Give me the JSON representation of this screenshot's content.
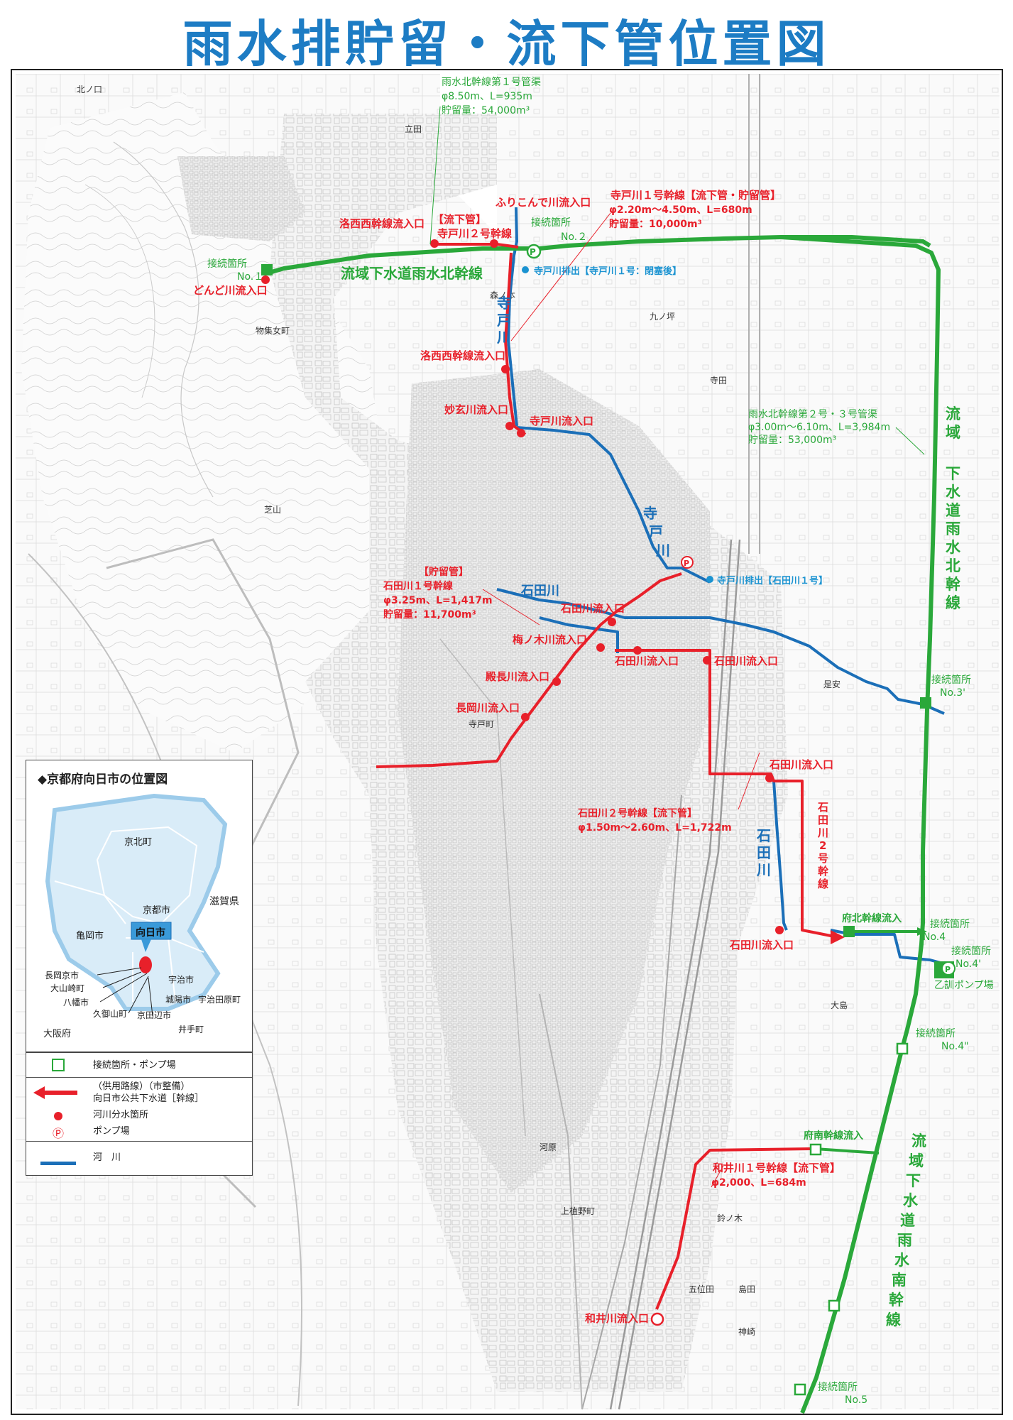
{
  "title": "雨水排貯留・流下管位置図",
  "colors": {
    "green": "#2aa83a",
    "red": "#e8202a",
    "river": "#1b6fb8",
    "cyan": "#1b93d1",
    "title": "#1d7cc4"
  },
  "labels": {
    "ukyo_n1_line1": "雨水北幹線第１号管渠",
    "ukyo_n1_line2": "φ8.50m、L=935m",
    "ukyo_n1_line3": "貯留量：54,000m³",
    "furikonde": "ふりこんで川流入口",
    "terado1_line1": "寺戸川１号幹線【流下管・貯留管】",
    "terado1_line2": "φ2.20m～4.50m、L=680m",
    "terado1_line3": "貯留量：10,000m³",
    "rakusai_nishi": "洛西西幹線流入口",
    "terado2_line1": "【流下管】",
    "terado2_line2": "寺戸川２号幹線",
    "conn2_line1": "接続箇所",
    "conn2_line2": "No.２",
    "conn1_line1": "接続箇所",
    "conn1_line2": "No.１",
    "dondo": "どんど川流入口",
    "ryuiki_north": "流域下水道雨水北幹線",
    "terado_outlet": "寺戸川排出【寺戸川１号：閉塞後】",
    "rakusai_kansen": "洛西西幹線流入口",
    "myogen": "妙玄川流入口",
    "terado_inlet": "寺戸川流入口",
    "n23_line1": "雨水北幹線第２号・３号管渠",
    "n23_line2": "φ3.00m～6.10m、L=3,984m",
    "n23_line3": "貯留量：53,000m³",
    "ishida_storage_line1": "【貯留管】",
    "ishida_storage_line2": "石田川１号幹線",
    "ishida_storage_line3": "φ3.25m、L=1,417m",
    "ishida_storage_line4": "貯留量：11,700m³",
    "ishida_inlet_a": "石田川流入口",
    "umenoki": "梅ノ木川流入口",
    "ishida_inlet_b": "石田川流入口",
    "ishida_inlet_c": "石田川流入口",
    "tonoo": "殿長川流入口",
    "nagao": "長岡川流入口",
    "ishida_outlet": "寺戸川排出【石田川１号】",
    "conn3_line1": "接続箇所",
    "conn3_line2": "No.3'",
    "ishida_inlet_d": "石田川流入口",
    "ishida2_line1": "石田川２号幹線【流下管】",
    "ishida2_line2": "φ1.50m～2.60m、L=1,722m",
    "fuhoku": "府北幹線流入",
    "conn4_line1": "接続箇所",
    "conn4_line2": "No.4",
    "conn4b_line1": "接続箇所",
    "conn4b_line2": "No.4'",
    "otokuni_pump": "乙訓ポンプ場",
    "ishida_inlet_e": "石田川流入口",
    "conn4c_line1": "接続箇所",
    "conn4c_line2": "No.4\"",
    "funan": "府南幹線流入",
    "wai1_line1": "和井川１号幹線【流下管】",
    "wai1_line2": "φ2,000、L=684m",
    "wai_inlet": "和井川流入口",
    "conn5_line1": "接続箇所",
    "conn5_line2": "No.5",
    "river_terado_top": [
      "寺",
      "戸",
      "川"
    ],
    "river_terado_mid": [
      "寺",
      "戸",
      "川"
    ],
    "river_ishida_top": "石田川",
    "river_ishida_mid": [
      "石",
      "田",
      "川"
    ],
    "ishida2_vertical": [
      "石",
      "田",
      "川",
      "2",
      "号",
      "幹",
      "線"
    ],
    "ryuiki_north_vertical": [
      "流",
      "域",
      "下",
      "水",
      "道",
      "雨",
      "水",
      "北",
      "幹",
      "線"
    ],
    "ryuiki_south_vertical": [
      "流",
      "域",
      "下",
      "水",
      "道",
      "雨",
      "水",
      "南",
      "幹",
      "線"
    ]
  },
  "base_map_labels": {
    "tachibana": "立田",
    "morinomoto": "森ノ本",
    "kujo": "九ノ坪",
    "kitanocho": "北ノ口",
    "mukonocho": "物集女町",
    "kamigocho": "上植野町",
    "koreyasu": "是安",
    "shibayama": "芝山",
    "terada": "寺田",
    "terado_cho": "寺戸町",
    "kanzaki": "神崎",
    "kawahara": "河原",
    "isaki": "五位田",
    "shimada": "島田",
    "suzunoki": "鈴ノ木",
    "oshima": "大島"
  },
  "inset": {
    "title": "◆京都府向日市の位置図",
    "places": {
      "kyokita": "京北町",
      "kyoto": "京都市",
      "shiga": "滋賀県",
      "kameoka": "亀岡市",
      "muko": "向日市",
      "nagaokakyo": "長岡京市",
      "oyamazaki": "大山崎町",
      "yawata": "八幡市",
      "kumiyama": "久御山町",
      "osaka": "大阪府",
      "uji": "宇治市",
      "joyo": "城陽市",
      "ujitawara": "宇治田原町",
      "kyotanabe": "京田辺市",
      "ide": "井手町"
    }
  },
  "legend": {
    "connection": "接続箇所・ポンプ場",
    "main_line1": "（供用路線）（市整備）",
    "main_line2": "向日市公共下水道［幹線］",
    "diversion": "河川分水箇所",
    "pump": "ポンプ場",
    "river": "河　川",
    "pump_symbol": "Ⓟ"
  }
}
